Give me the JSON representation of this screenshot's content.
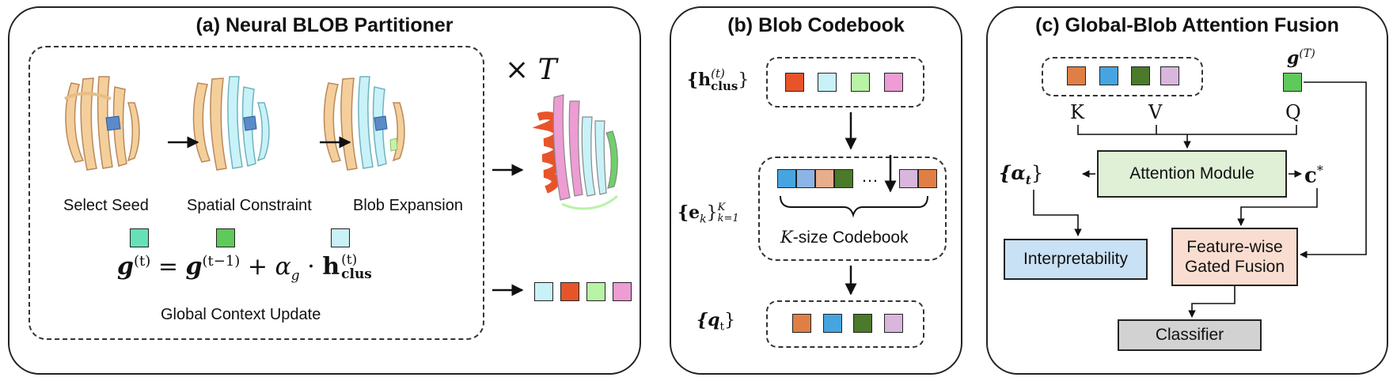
{
  "panels": {
    "a": {
      "title": "(a) Neural BLOB Partitioner",
      "steps": [
        "Select Seed",
        "Spatial Constraint",
        "Blob Expansion"
      ],
      "repeat": "× T",
      "equation": {
        "lhs": "g",
        "lhs_sup": "(t)",
        "rhs1": "g",
        "rhs1_sup": "(t−1)",
        "plus": "+",
        "alpha": "α",
        "alpha_sub": "g",
        "dot": "·",
        "h": "h",
        "h_sup": "(t)",
        "h_sub": "clus"
      },
      "update_label": "Global Context Update",
      "update_squares": [
        "#66e0b8",
        "#5fc95a",
        "#c8f2f8"
      ],
      "output_squares": [
        "#c8f2f8",
        "#e8542a",
        "#b9f3a6",
        "#ee9cd4"
      ]
    },
    "b": {
      "title": "(b) Blob Codebook",
      "h_label": "{h",
      "h_sup": "(t)",
      "h_sub": "clus",
      "h_close": "}",
      "h_squares": [
        "#e8542a",
        "#c8f2f8",
        "#b9f3a6",
        "#ee9cd4"
      ],
      "e_label": "{e",
      "e_sub": "k",
      "e_close": "}",
      "e_sup": "K",
      "e_sub2": "k=1",
      "codebook_squares_left": [
        "#46a5e0",
        "#8cb4e6",
        "#e8ad8a",
        "#4a7a2a"
      ],
      "ellipsis": "…",
      "codebook_squares_right": [
        "#d9b6dc",
        "#e07f45"
      ],
      "codebook_label_k": "K",
      "codebook_label_rest": "-size Codebook",
      "q_label": "{q",
      "q_sub": "t",
      "q_close": "}",
      "q_squares": [
        "#e07f45",
        "#46a5e0",
        "#4a7a2a",
        "#d9b6dc"
      ]
    },
    "c": {
      "title": "(c) Global-Blob Attention Fusion",
      "kv_squares": [
        "#e07f45",
        "#46a5e0",
        "#4a7a2a",
        "#d9b6dc"
      ],
      "g_label": "g",
      "g_sup": "(T)",
      "g_color": "#5fc95a",
      "k": "K",
      "v": "V",
      "q": "Q",
      "alpha_label": "{α",
      "alpha_sub": "t",
      "alpha_close": "}",
      "c_star": "c",
      "c_star_sup": "*",
      "attention": "Attention Module",
      "attention_color": "#dff0d6",
      "interpretability": "Interpretability",
      "interpretability_color": "#c9e1f4",
      "fusion_line1": "Feature-wise",
      "fusion_line2": "Gated Fusion",
      "fusion_color": "#f9ddd0",
      "classifier": "Classifier",
      "classifier_color": "#d2d2d2"
    }
  }
}
